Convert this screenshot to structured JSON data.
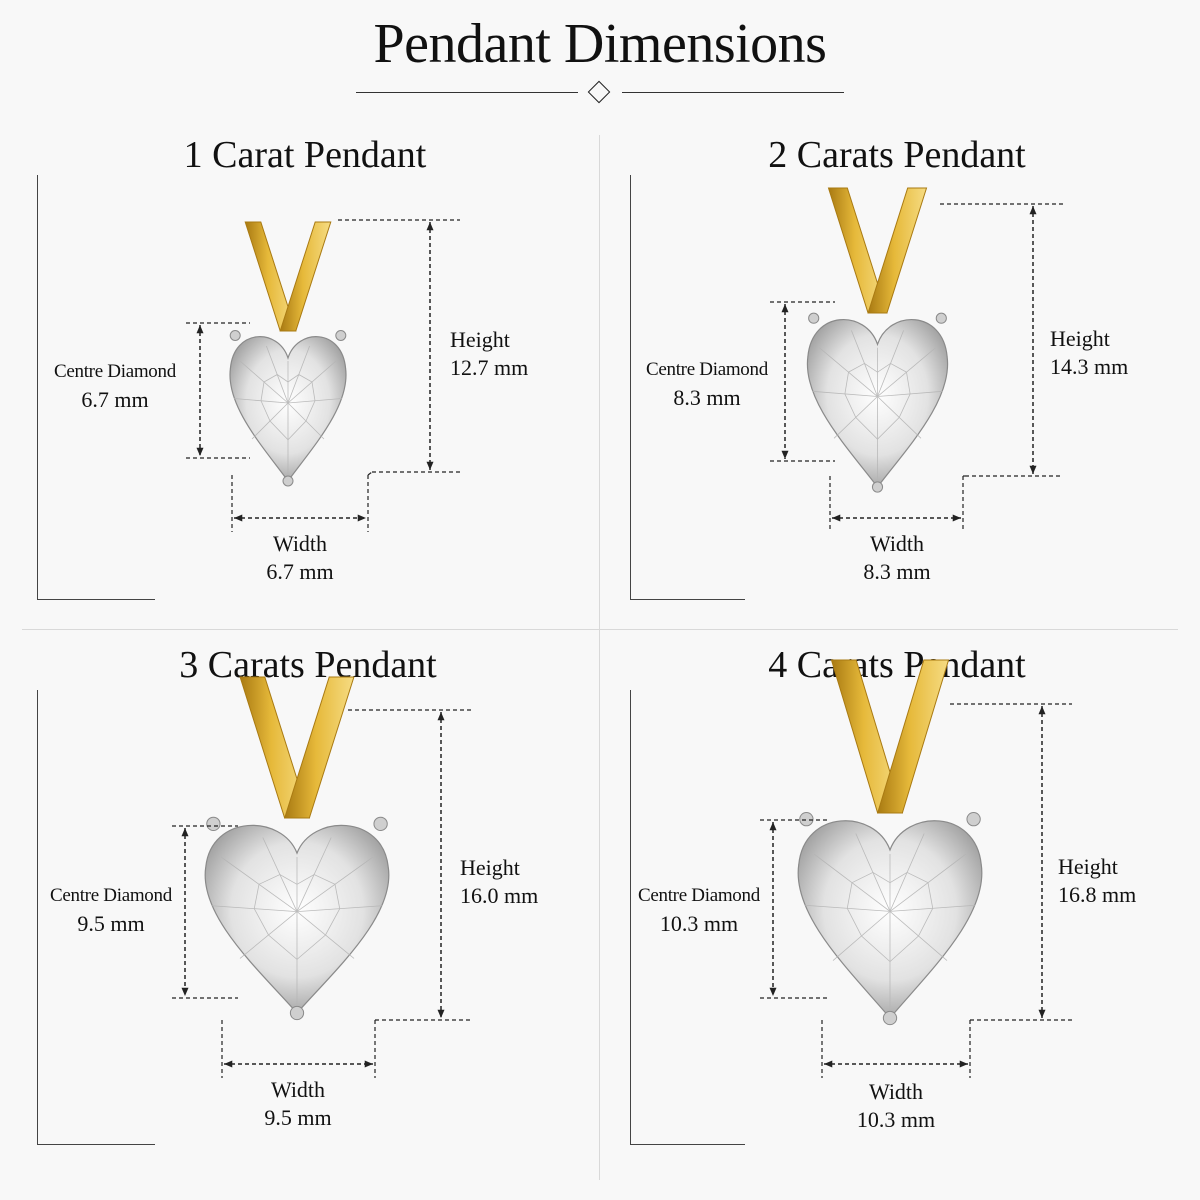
{
  "title": "Pendant Dimensions",
  "colors": {
    "background": "#f8f8f8",
    "gold": "#e6b93a",
    "gold_dark": "#a97a12",
    "prong": "#cfcfcf",
    "dimension_line": "#222222"
  },
  "pendants": [
    {
      "title": "1 Carat Pendant",
      "centre_diamond_label": "Centre Diamond",
      "centre_diamond_value": "6.7 mm",
      "height_label": "Height",
      "height_value": "12.7 mm",
      "width_label": "Width",
      "width_value": "6.7 mm"
    },
    {
      "title": "2 Carats Pendant",
      "centre_diamond_label": "Centre Diamond",
      "centre_diamond_value": "8.3 mm",
      "height_label": "Height",
      "height_value": "14.3 mm",
      "width_label": "Width",
      "width_value": "8.3 mm"
    },
    {
      "title": "3 Carats Pendant",
      "centre_diamond_label": "Centre Diamond",
      "centre_diamond_value": "9.5 mm",
      "height_label": "Height",
      "height_value": "16.0 mm",
      "width_label": "Width",
      "width_value": "9.5 mm"
    },
    {
      "title": "4 Carats Pendant",
      "centre_diamond_label": "Centre Diamond",
      "centre_diamond_value": "10.3 mm",
      "height_label": "Height",
      "height_value": "16.8 mm",
      "width_label": "Width",
      "width_value": "10.3 mm"
    }
  ]
}
